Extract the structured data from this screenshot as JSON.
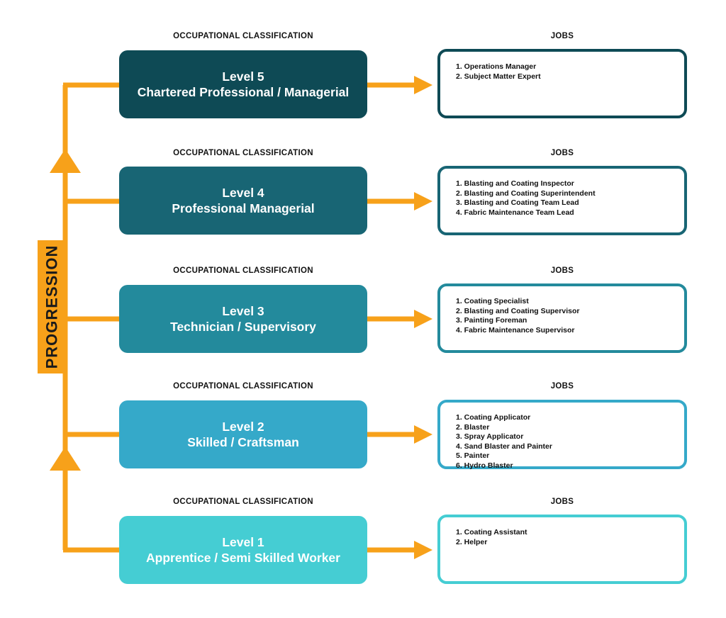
{
  "progression_label": "PROGRESSION",
  "headings": {
    "occupational": "OCCUPATIONAL CLASSIFICATION",
    "jobs": "JOBS"
  },
  "colors": {
    "arrow": "#f7a11a"
  },
  "levels": [
    {
      "title": "Level 5",
      "subtitle": "Chartered Professional / Managerial",
      "color": "#0e4a55",
      "jobs": [
        "1. Operations Manager",
        "2. Subject Matter Expert"
      ]
    },
    {
      "title": "Level 4",
      "subtitle": "Professional Managerial",
      "color": "#186574",
      "jobs": [
        "1. Blasting and Coating Inspector",
        "2. Blasting and Coating Superintendent",
        "3. Blasting and Coating Team Lead",
        "4. Fabric Maintenance Team Lead"
      ]
    },
    {
      "title": "Level 3",
      "subtitle": "Technician / Supervisory",
      "color": "#238a9c",
      "jobs": [
        "1. Coating Specialist",
        "2. Blasting and Coating Supervisor",
        "3. Painting Foreman",
        "4. Fabric Maintenance Supervisor"
      ]
    },
    {
      "title": "Level 2",
      "subtitle": "Skilled / Craftsman",
      "color": "#35a9c9",
      "jobs": [
        "1. Coating Applicator",
        "2. Blaster",
        "3. Spray Applicator",
        "4. Sand Blaster and Painter",
        "5. Painter",
        "6. Hydro Blaster"
      ]
    },
    {
      "title": "Level 1",
      "subtitle": "Apprentice / Semi Skilled Worker",
      "color": "#45cdd3",
      "jobs": [
        "1. Coating Assistant",
        "2. Helper"
      ]
    }
  ]
}
